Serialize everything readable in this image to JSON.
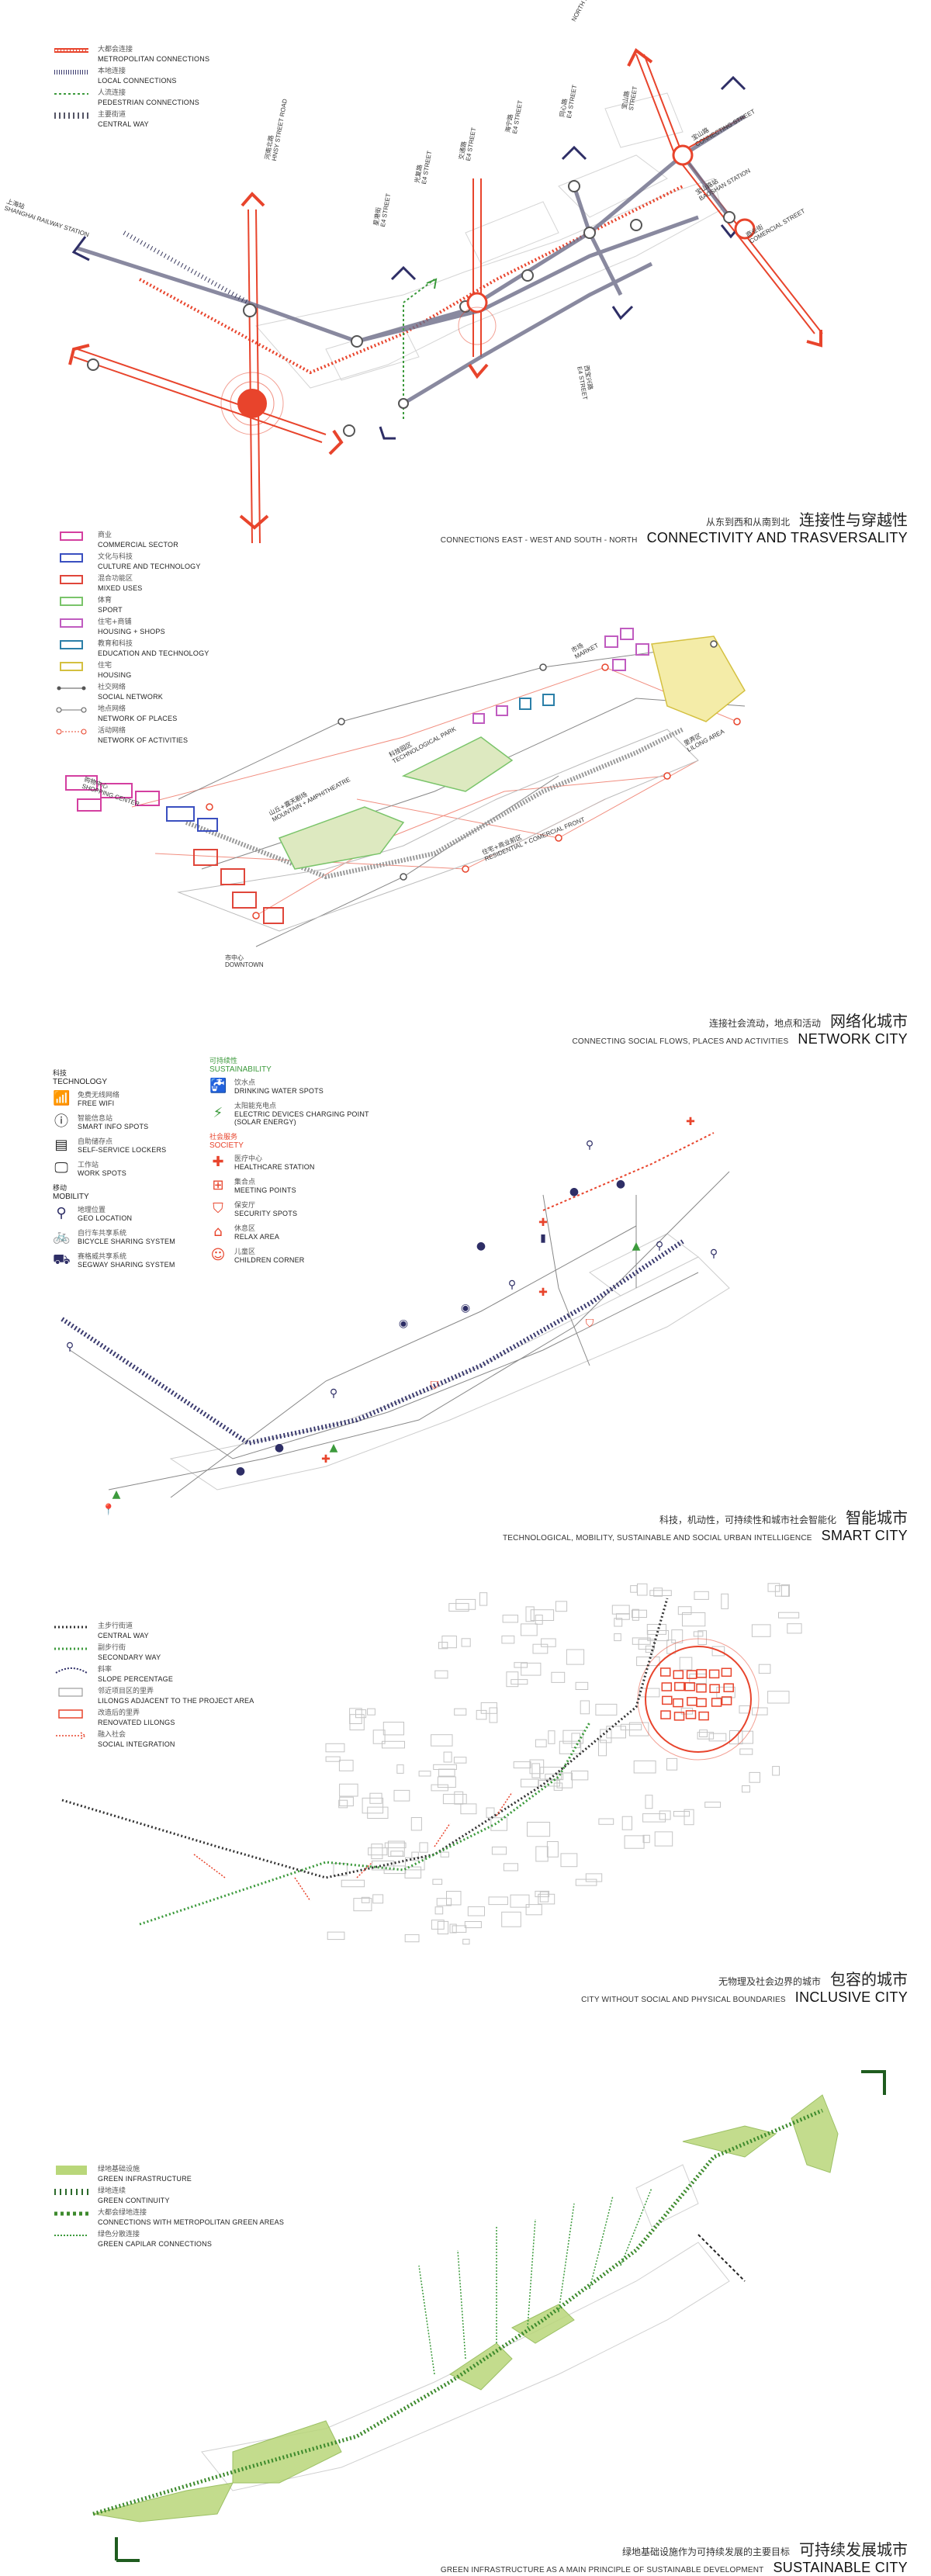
{
  "panel1": {
    "legend": [
      {
        "cn": "大都会连接",
        "en": "METROPOLITAN CONNECTIONS",
        "color": "#e8442c",
        "style": "double"
      },
      {
        "cn": "本地连接",
        "en": "LOCAL CONNECTIONS",
        "color": "#3a3a6e",
        "style": "dashed-thick"
      },
      {
        "cn": "人流连接",
        "en": "PEDESTRIAN CONNECTIONS",
        "color": "#3c9a3c",
        "style": "dotted"
      },
      {
        "cn": "主要街道",
        "en": "CENTRAL WAY",
        "color": "#555566",
        "style": "ticks"
      }
    ],
    "labels": {
      "railway": {
        "cn": "上海站",
        "en": "SHANGHAI RAILWAY STATION"
      },
      "north_henan_road": "NORTH HENAN ROAD",
      "hnsy_street_road": {
        "cn": "河南北路",
        "en": "HNSY STREET ROAD"
      },
      "street_a": {
        "cn": "星港街",
        "en": "E4 STREET"
      },
      "street_b": {
        "cn": "光复路",
        "en": "E4 STREET"
      },
      "street_c": {
        "cn": "交通路",
        "en": "E4 STREET"
      },
      "street_d": {
        "cn": "海宁路",
        "en": "E4 STREET"
      },
      "street_e": {
        "cn": "同心路",
        "en": "E4 STREET"
      },
      "street_f": {
        "cn": "西宝兴路",
        "en": "E4 STREET"
      },
      "street_g": {
        "cn": "宝山路",
        "en": "STREET"
      },
      "connecting_street": {
        "cn": "宝山路",
        "en": "CONNECTING STREET"
      },
      "baoshan_station": {
        "cn": "宝山路站",
        "en": "BAOSHAN STATION"
      },
      "comercial_street": {
        "cn": "商业街",
        "en": "COMERCIAL STREET"
      }
    },
    "caption": {
      "cn_small": "从东到西和从南到北",
      "cn_big": "连接性与穿越性",
      "en_small": "CONNECTIONS EAST - WEST AND SOUTH - NORTH",
      "en_big": "CONNECTIVITY AND TRASVERSALITY"
    }
  },
  "panel2": {
    "legend": [
      {
        "cn": "商业",
        "en": "COMMERCIAL SECTOR",
        "color": "#d43fa0"
      },
      {
        "cn": "文化与科技",
        "en": "CULTURE AND TECHNOLOGY",
        "color": "#3a4fc0"
      },
      {
        "cn": "混合功能区",
        "en": "MIXED USES",
        "color": "#e0463a"
      },
      {
        "cn": "体育",
        "en": "SPORT",
        "color": "#7ac46a"
      },
      {
        "cn": "住宅+商铺",
        "en": "HOUSING + SHOPS",
        "color": "#c05cc0"
      },
      {
        "cn": "教育和科技",
        "en": "EDUCATION AND TECHNOLOGY",
        "color": "#2b7fa8"
      },
      {
        "cn": "住宅",
        "en": "HOUSING",
        "color": "#d4c040"
      },
      {
        "cn": "社交网络",
        "en": "SOCIAL NETWORK",
        "color": "#555555"
      },
      {
        "cn": "地点网络",
        "en": "NETWORK OF PLACES",
        "color": "#777777"
      },
      {
        "cn": "活动网络",
        "en": "NETWORK OF ACTIVITIES",
        "color": "#e8442c"
      }
    ],
    "labels": {
      "shopping": {
        "cn": "购物中心",
        "en": "SHOPPING CENTER"
      },
      "mountain": {
        "cn": "山丘+露天剧场",
        "en": "MOUNTAIN + AMPHITHEATRE"
      },
      "techpark": {
        "cn": "科技园区",
        "en": "TECHNOLOGICAL PARK"
      },
      "residential": {
        "cn": "住宅+商业前区",
        "en": "RESIDENTIAL + COMERCIAL FRONT"
      },
      "downtown": {
        "cn": "市中心",
        "en": "DOWNTOWN"
      },
      "market": {
        "cn": "市场",
        "en": "MARKET"
      },
      "lilong": {
        "cn": "里弄区",
        "en": "LILONG AREA"
      }
    },
    "caption": {
      "cn_small": "连接社会流动，地点和活动",
      "cn_big": "网络化城市",
      "en_small": "CONNECTING SOCIAL FLOWS, PLACES AND ACTIVITIES",
      "en_big": "NETWORK CITY"
    }
  },
  "panel3": {
    "tech_head": {
      "cn": "科技",
      "en": "TECHNOLOGY"
    },
    "tech": [
      {
        "cn": "免费无线网络",
        "en": "FREE WIFI",
        "icon": "wifi-icon"
      },
      {
        "cn": "智能信息站",
        "en": "SMART INFO SPOTS",
        "icon": "info-icon"
      },
      {
        "cn": "自助储存点",
        "en": "SELF-SERVICE LOCKERS",
        "icon": "locker-icon"
      },
      {
        "cn": "工作站",
        "en": "WORK SPOTS",
        "icon": "monitor-icon"
      }
    ],
    "mob_head": {
      "cn": "移动",
      "en": "MOBILITY"
    },
    "mob": [
      {
        "cn": "地理位置",
        "en": "GEO LOCATION",
        "icon": "pin-icon"
      },
      {
        "cn": "自行车共享系统",
        "en": "BICYCLE SHARING SYSTEM",
        "icon": "bicycle-icon"
      },
      {
        "cn": "赛格威共享系统",
        "en": "SEGWAY SHARING SYSTEM",
        "icon": "segway-icon"
      }
    ],
    "sus_head": {
      "cn": "可持续性",
      "en": "SUSTAINABILITY",
      "color": "#3c9a3c"
    },
    "sus": [
      {
        "cn": "饮水点",
        "en": "DRINKING WATER SPOTS",
        "icon": "water-tap-icon"
      },
      {
        "cn": "太阳能充电点",
        "en": "ELECTRIC DEVICES CHARGING POINT (SOLAR ENERGY)",
        "icon": "solar-charge-icon"
      }
    ],
    "soc_head": {
      "cn": "社会服务",
      "en": "SOCIETY",
      "color": "#e8442c"
    },
    "soc": [
      {
        "cn": "医疗中心",
        "en": "HEALTHCARE STATION",
        "icon": "health-cross-icon"
      },
      {
        "cn": "集合点",
        "en": "MEETING POINTS",
        "icon": "meeting-icon"
      },
      {
        "cn": "保安厅",
        "en": "SECURITY SPOTS",
        "icon": "shield-icon"
      },
      {
        "cn": "休息区",
        "en": "RELAX AREA",
        "icon": "bench-icon"
      },
      {
        "cn": "儿童区",
        "en": "CHILDREN CORNER",
        "icon": "children-icon"
      }
    ],
    "caption": {
      "cn_small": "科技，机动性，可持续性和城市社会智能化",
      "cn_big": "智能城市",
      "en_small": "TECHNOLOGICAL, MOBILITY, SUSTAINABLE AND SOCIAL URBAN INTELLIGENCE",
      "en_big": "SMART CITY"
    }
  },
  "panel4": {
    "legend": [
      {
        "cn": "主步行街道",
        "en": "CENTRAL WAY",
        "style": "dotted-dark"
      },
      {
        "cn": "副步行街",
        "en": "SECONDARY WAY",
        "style": "dotted-green"
      },
      {
        "cn": "斜率",
        "en": "SLOPE PERCENTAGE",
        "style": "slope"
      },
      {
        "cn": "邻近项目区的里弄",
        "en": "LILONGS ADJACENT TO THE PROJECT AREA",
        "style": "box-grey"
      },
      {
        "cn": "改造后的里弄",
        "en": "RENOVATED LILONGS",
        "style": "box-red"
      },
      {
        "cn": "融入社会",
        "en": "SOCIAL INTEGRATION",
        "style": "arrow-red"
      }
    ],
    "caption": {
      "cn_small": "无物理及社会边界的城市",
      "cn_big": "包容的城市",
      "en_small": "CITY WITHOUT SOCIAL AND PHYSICAL BOUNDARIES",
      "en_big": "INCLUSIVE CITY"
    }
  },
  "panel5": {
    "legend": [
      {
        "cn": "绿地基础设施",
        "en": "GREEN INFRASTRUCTURE",
        "style": "green-fill"
      },
      {
        "cn": "绿地连续",
        "en": "GREEN CONTINUITY",
        "style": "green-ticks"
      },
      {
        "cn": "大都会绿地连接",
        "en": "CONNECTIONS WITH METROPOLITAN GREEN AREAS",
        "style": "green-dash"
      },
      {
        "cn": "绿色分散连接",
        "en": "GREEN CAPILAR CONNECTIONS",
        "style": "green-dots"
      }
    ],
    "caption": {
      "cn_small": "绿地基础设施作为可持续发展的主要目标",
      "cn_big": "可持续发展城市",
      "en_small": "GREEN INFRASTRUCTURE AS A MAIN PRINCIPLE OF SUSTAINABLE DEVELOPMENT",
      "en_big": "SUSTAINABLE CITY"
    }
  },
  "colors": {
    "red": "#e8442c",
    "navy": "#2e2e66",
    "green": "#3c9a3c",
    "grey": "#bdbdbd",
    "lightgreen": "#a8cf6a"
  }
}
